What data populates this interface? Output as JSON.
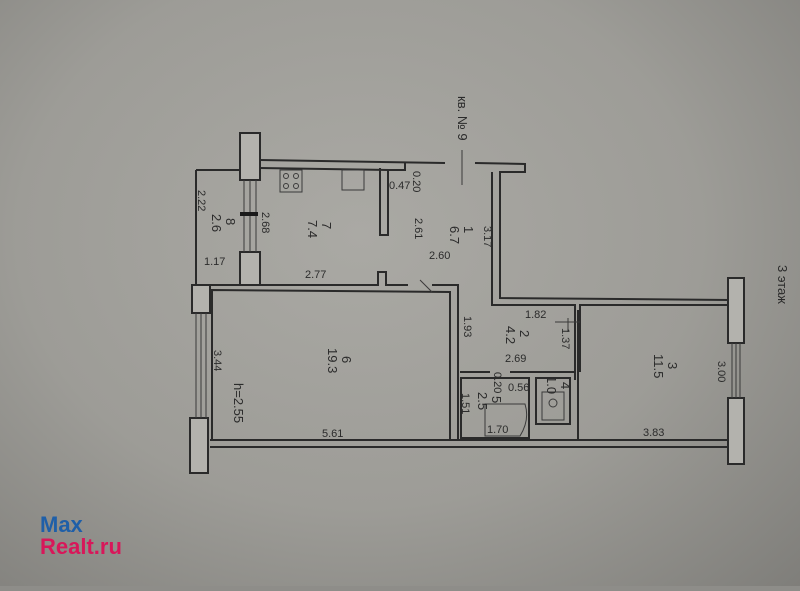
{
  "plan": {
    "apartment_label": "кв. № 9",
    "floor_label": "3 этаж",
    "ceiling_height": "h=2.55",
    "rooms": [
      {
        "number": "1",
        "area": "6.7"
      },
      {
        "number": "2",
        "area": "4.2"
      },
      {
        "number": "3",
        "area": "11.5"
      },
      {
        "number": "4",
        "area": "1.0"
      },
      {
        "number": "5",
        "area": "2.5"
      },
      {
        "number": "6",
        "area": "19.3"
      },
      {
        "number": "7",
        "area": "7.4"
      },
      {
        "number": "8",
        "area": "2.6"
      }
    ],
    "dimensions": {
      "d_2_22": "2.22",
      "d_2_68": "2.68",
      "d_1_17": "1.17",
      "d_2_77": "2.77",
      "d_0_47": "0.47",
      "d_0_20a": "0.20",
      "d_2_61": "2.61",
      "d_2_60": "2.60",
      "d_3_17": "3.17",
      "d_1_82": "1.82",
      "d_1_93": "1.93",
      "d_1_37": "1.37",
      "d_2_69": "2.69",
      "d_0_20b": "0.20",
      "d_0_56": "0.56",
      "d_1_51": "1.51",
      "d_1_70": "1.70",
      "d_3_44": "3.44",
      "d_5_61": "5.61",
      "d_3_00": "3.00",
      "d_3_83": "3.83"
    }
  },
  "watermark": {
    "line1": "Max",
    "line2": "Realt.ru"
  },
  "colors": {
    "wall": "#2a2a2a",
    "logo_blue": "#1f5fa8",
    "logo_pink": "#d8175a"
  }
}
